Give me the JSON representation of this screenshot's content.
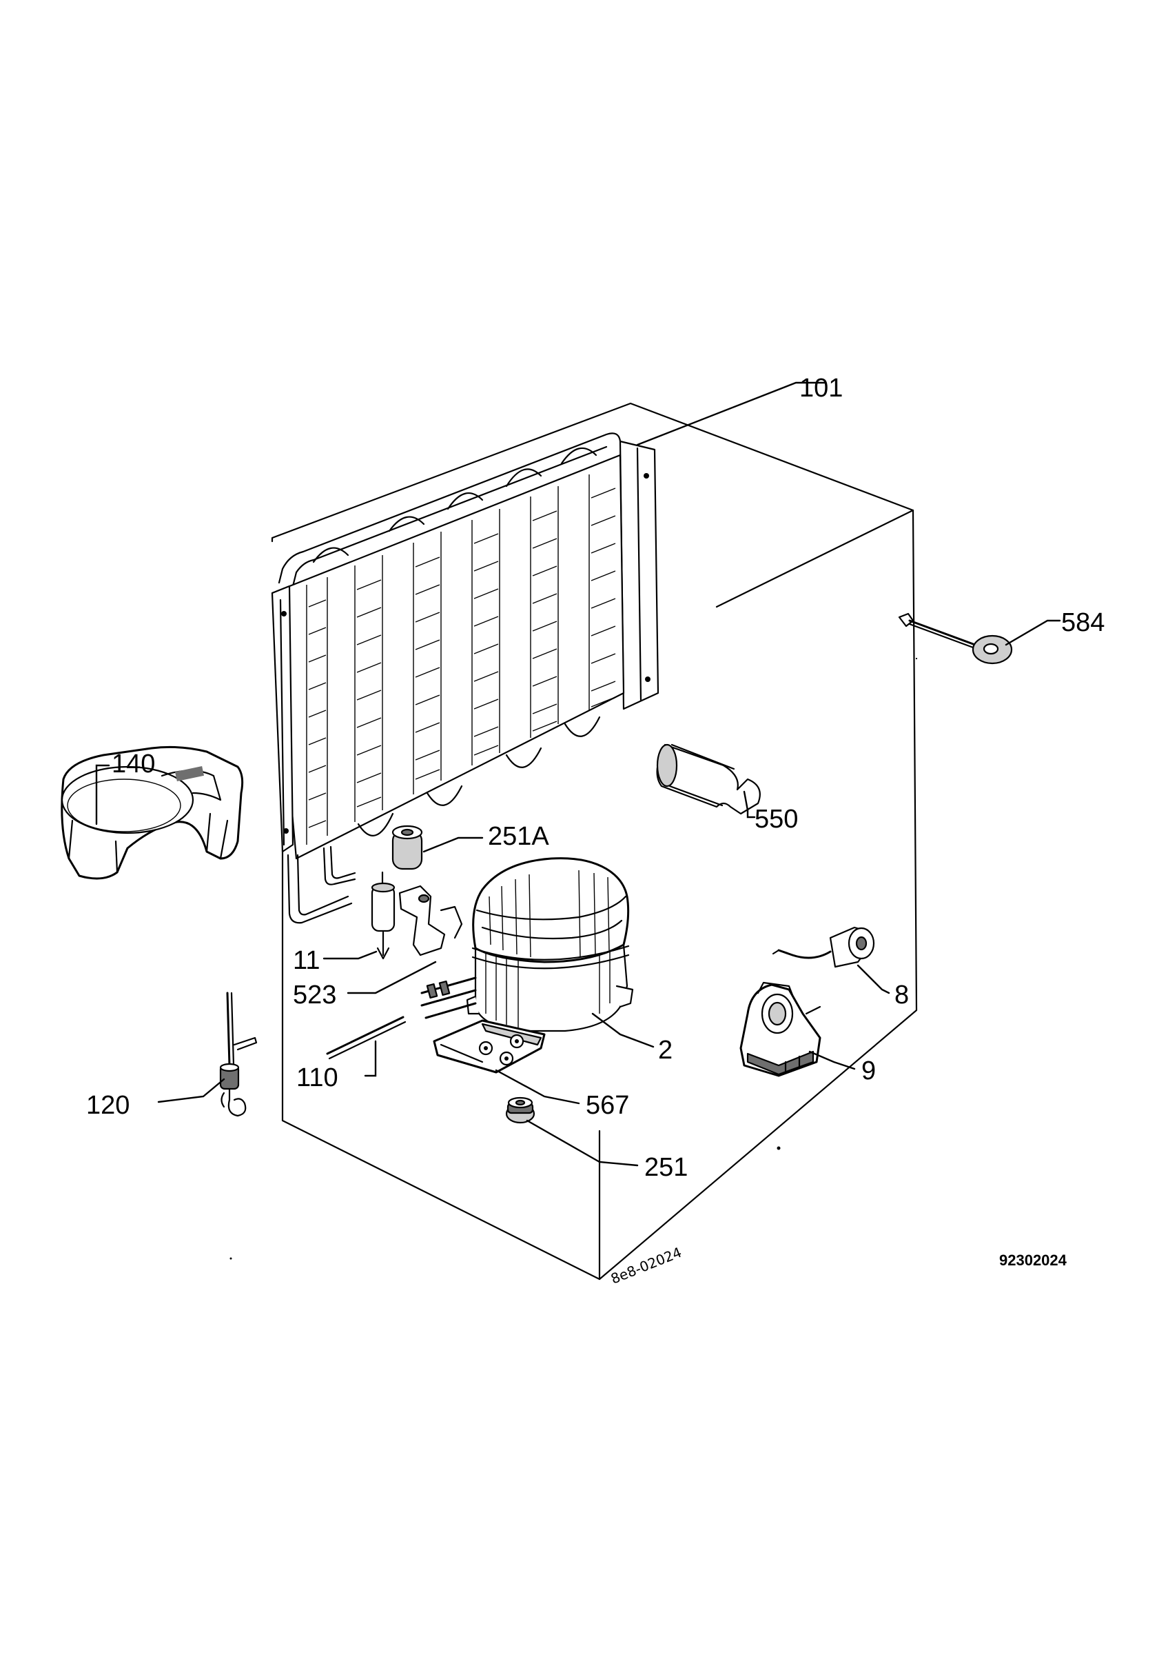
{
  "diagram": {
    "drawing_number": "92302024",
    "handwritten_code": "8e8-02024",
    "parts": [
      {
        "id": "101",
        "label": "101",
        "name": "condenser"
      },
      {
        "id": "584",
        "label": "584",
        "name": "sensor-clip"
      },
      {
        "id": "550",
        "label": "550",
        "name": "pipe-cover"
      },
      {
        "id": "140",
        "label": "140",
        "name": "drip-tray"
      },
      {
        "id": "251A",
        "label": "251A",
        "name": "grommet-small"
      },
      {
        "id": "11",
        "label": "11",
        "name": "dryer-filter"
      },
      {
        "id": "523",
        "label": "523",
        "name": "bracket"
      },
      {
        "id": "8",
        "label": "8",
        "name": "overload-protector"
      },
      {
        "id": "110",
        "label": "110",
        "name": "capillary-tube"
      },
      {
        "id": "2",
        "label": "2",
        "name": "compressor"
      },
      {
        "id": "9",
        "label": "9",
        "name": "starting-relay"
      },
      {
        "id": "120",
        "label": "120",
        "name": "service-valve"
      },
      {
        "id": "567",
        "label": "567",
        "name": "mounting-plate"
      },
      {
        "id": "251",
        "label": "251",
        "name": "rubber-grommet"
      }
    ]
  }
}
